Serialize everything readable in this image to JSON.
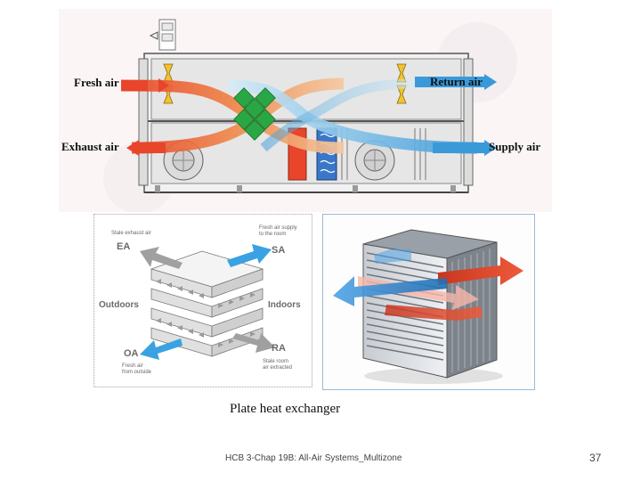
{
  "ahu": {
    "fresh_air": "Fresh air",
    "return_air": "Return air",
    "exhaust_air": "Exhaust air",
    "supply_air": "Supply air"
  },
  "plate": {
    "stale_exhaust_air": "Stale exhaust air",
    "ea": "EA",
    "fresh_air_supply_line1": "Fresh air supply",
    "fresh_air_supply_line2": "to the room",
    "sa": "SA",
    "outdoors": "Outdoors",
    "indoors": "Indoors",
    "oa": "OA",
    "fresh_air_outside_line1": "Fresh air",
    "fresh_air_outside_line2": "from outside",
    "ra": "RA",
    "stale_room_air_line1": "Stale room",
    "stale_room_air_line2": "air extracted"
  },
  "caption": "Plate heat exchanger",
  "footer": "HCB 3-Chap 19B: All-Air Systems_Multizone",
  "page_number": "37",
  "colors": {
    "warm_air": "#e8452a",
    "cool_air": "#3a9ad9",
    "exchanger_green": "#2aa745",
    "arrow_gray": "#a0a0a0",
    "damper_yellow": "#f2c230"
  }
}
